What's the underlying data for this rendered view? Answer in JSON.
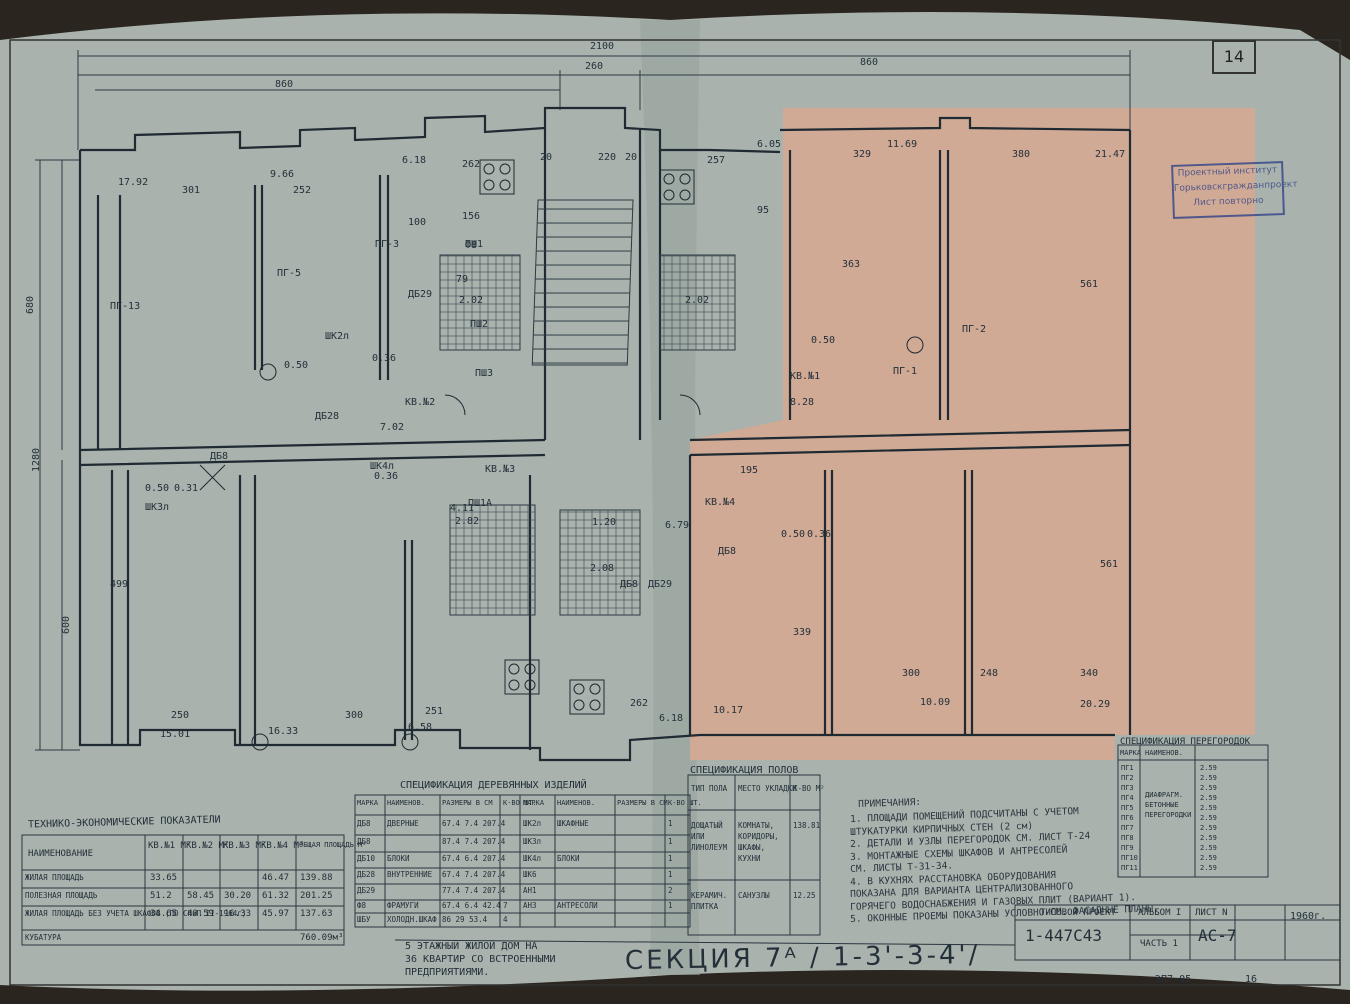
{
  "sheet": {
    "sheet_number": "14",
    "section_title": "СЕКЦИЯ 7ᴬ / 1-3'-3-4'/",
    "project_type": "ТИПОВОЙ ПРОЕКТ",
    "project_code": "1-447С43",
    "album_label": "АЛЬБОМ I",
    "part_label": "ЧАСТЬ 1",
    "sheet_label": "ЛИСТ N",
    "sheet_code": "АС-7",
    "year": "1960г.",
    "building_caption": [
      "5 ЭТАЖНЫЙ ЖИЛОЙ ДОМ НА",
      "36 КВАРТИР СО ВСТРОЕННЫМИ",
      "ПРЕДПРИЯТИЯМИ."
    ],
    "footer_code": "ЭП7-05",
    "footer_num": "16",
    "stamp_lines": [
      "Проектный институт",
      "Горьковскгражданпроект",
      "Лист повторно"
    ]
  },
  "plan": {
    "dimensions_top": [
      "2100",
      "260",
      "860",
      "860"
    ],
    "dimensions_left": [
      "680",
      "1280",
      "600"
    ],
    "apartments": [
      "КВ.№1",
      "КВ.№2",
      "КВ.№3",
      "КВ.№4"
    ],
    "room_labels": [
      "17.92",
      "301",
      "252",
      "9.66",
      "6.18",
      "262",
      "20",
      "220",
      "20",
      "257",
      "6.05",
      "329",
      "11.69",
      "380",
      "21.47",
      "100",
      "156",
      "2.02",
      "2.02",
      "95",
      "79",
      "0.50",
      "0.36",
      "0.50",
      "0.50",
      "0.36",
      "7.02",
      "8.28",
      "ДБ8",
      "0.50",
      "0.31",
      "ШК4л",
      "0.36",
      "4.11",
      "ПШ1А",
      "2.82",
      "1.20",
      "2.08",
      "6.79",
      "ДБ29",
      "ДБ8",
      "195",
      "ДБ8",
      "ПГ-1",
      "ПГ-2",
      "ПГ-3",
      "ПГ-5",
      "ПГ-13",
      "499",
      "339",
      "561",
      "561",
      "363",
      "250",
      "300",
      "251",
      "15.01",
      "16.33",
      "6.58",
      "262",
      "6.18",
      "300",
      "248",
      "340",
      "10.17",
      "10.09",
      "20.29",
      "ПШ3",
      "ПШ2",
      "ПШ1",
      "ШК2л",
      "ШК3л",
      "ДБ28",
      "ДБ29",
      "Ф8"
    ]
  },
  "tech_table": {
    "title": "ТЕХНИКО-ЭКОНОМИЧЕСКИЕ ПОКАЗАТЕЛИ",
    "headers": [
      "НАИМЕНОВАНИЕ",
      "КВ.№1 М²",
      "КВ.№2 М²",
      "КВ.№3 М²",
      "КВ.№4 М²",
      "ОБЩАЯ ПЛОЩАДЬ М²"
    ],
    "rows": [
      [
        "ЖИЛАЯ ПЛОЩАДЬ",
        "33.65",
        "",
        "",
        "46.47",
        "139.88"
      ],
      [
        "ПОЛЕЗНАЯ ПЛОЩАДЬ",
        "51.2",
        "58.45",
        "30.20",
        "61.32",
        "201.25"
      ],
      [
        "ЖИЛАЯ ПЛОЩАДЬ БЕЗ УЧЕТА ШКАФОВ (ПО СНиП II-1964г)",
        "34.65",
        "40.59",
        "16.33",
        "45.97",
        "137.63"
      ],
      [
        "КУБАТУРА",
        "",
        "",
        "",
        "",
        "760.09м³"
      ]
    ]
  },
  "wood_table": {
    "title": "СПЕЦИФИКАЦИЯ ДЕРЕВЯННЫХ ИЗДЕЛИЙ",
    "headers": [
      "МАРКА",
      "НАИМЕНОВ.",
      "РАЗМЕРЫ В СМ",
      "К-ВО ШТ.",
      "МАРКА",
      "НАИМЕНОВ.",
      "РАЗМЕРЫ В СМ",
      "К-ВО ШТ."
    ],
    "rows": [
      [
        "ДБ8",
        "ДВЕРНЫЕ",
        "67.4  7.4  207.4",
        "",
        "ШК2л",
        "ШКАФНЫЕ",
        "",
        "1"
      ],
      [
        "ДБ8",
        "",
        "87.4  7.4  207.4",
        "",
        "ШК3л",
        "",
        "",
        "1"
      ],
      [
        "ДБ10",
        "БЛОКИ",
        "67.4  6.4  207.4",
        "",
        "ШК4л",
        "БЛОКИ",
        "",
        "1"
      ],
      [
        "ДБ28",
        "ВНУТРЕННИЕ",
        "67.4  7.4  207.4",
        "",
        "ШК6",
        "",
        "",
        "1"
      ],
      [
        "ДБ29",
        "",
        "77.4  7.4  207.4",
        "",
        "АН1",
        "",
        "",
        "2"
      ],
      [
        "Ф8",
        "ФРАМУГИ",
        "67.4  6.4  42.4",
        "7",
        "АН3",
        "АНТРЕСОЛИ",
        "",
        "1"
      ],
      [
        "ШБУ",
        "ХОЛОДН.ШКАФ",
        "86  29  53.4",
        "4",
        "",
        "",
        "",
        ""
      ]
    ]
  },
  "floor_table": {
    "title": "СПЕЦИФИКАЦИЯ ПОЛОВ",
    "headers": [
      "ТИП ПОЛА",
      "МЕСТО УКЛАДКИ",
      "К-ВО М²"
    ],
    "rows": [
      [
        "ДОЩАТЫЙ ИЛИ ЛИНОЛЕУМ",
        "КОМНАТЫ, КОРИДОРЫ, ШКАФЫ, КУХНИ",
        "138.81"
      ],
      [
        "КЕРАМИЧ. ПЛИТКА",
        "САНУЗЛЫ",
        "12.25"
      ]
    ]
  },
  "notes": {
    "title": "ПРИМЕЧАНИЯ:",
    "items": [
      "1. ПЛОЩАДИ ПОМЕЩЕНИЙ ПОДСЧИТАНЫ С УЧЕТОМ",
      "ШТУКАТУРКИ КИРПИЧНЫХ СТЕН (2 см)",
      "2. ДЕТАЛИ И УЗЛЫ ПЕРЕГОРОДОК СМ. ЛИСТ Т-24",
      "3. МОНТАЖНЫЕ СХЕМЫ ШКАФОВ И АНТРЕСОЛЕЙ",
      "СМ. ЛИСТЫ Т-31-34.",
      "4. В КУХНЯХ РАССТАНОВКА ОБОРУДОВАНИЯ",
      "ПОКАЗАНА ДЛЯ ВАРИАНТА ЦЕНТРАЛИЗОВАННОГО",
      "ГОРЯЧЕГО ВОДОСНАБЖЕНИЯ И ГАЗОВЫХ ПЛИТ (ВАРИАНТ 1).",
      "5. ОКОННЫЕ ПРОЕМЫ ПОКАЗАНЫ УСЛОВНО-СМ. ФАСАДНЫЕ ПЛАНЫ."
    ]
  },
  "partition_table": {
    "title": "СПЕЦИФИКАЦИЯ ПЕРЕГОРОДОК",
    "headers": [
      "МАРКА",
      "НАИМЕНОВ."
    ],
    "material": "ДИАФРАГМ. БЕТОННЫЕ ПЕРЕГОРОДКИ",
    "marks": [
      "ПГ1",
      "ПГ2",
      "ПГ3",
      "ПГ4",
      "ПГ5",
      "ПГ6",
      "ПГ7",
      "ПГ8",
      "ПГ9",
      "ПГ10",
      "ПГ11"
    ],
    "values": [
      "2.59",
      "2.59",
      "2.59",
      "2.59",
      "2.59",
      "2.59",
      "2.59",
      "2.59",
      "2.59",
      "2.59",
      "2.59"
    ]
  },
  "colors": {
    "paper": "#a9b2ac",
    "paper_shadow": "#7f8884",
    "ink": "#23303a",
    "overlay": "#d9a890",
    "stamp": "#3a4a8a"
  }
}
